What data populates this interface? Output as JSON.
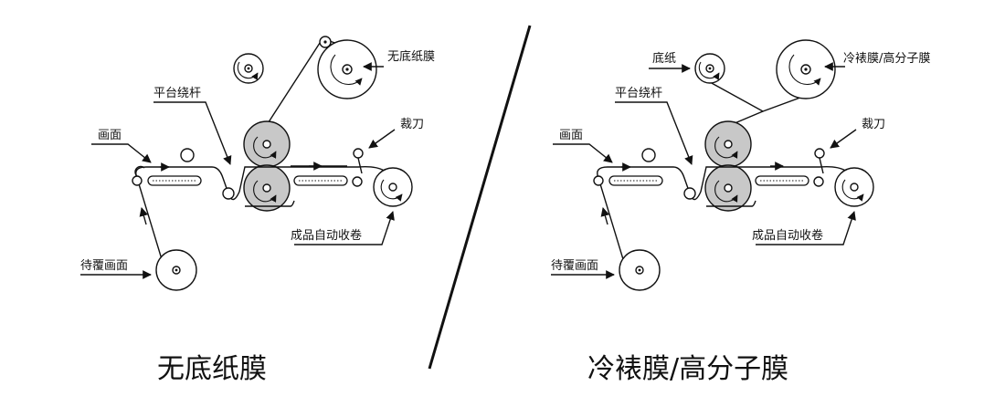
{
  "left": {
    "caption": "无底纸膜",
    "labels": {
      "film_roll": "无底纸膜",
      "flat_bar": "平台绕杆",
      "picture": "画面",
      "cutter": "裁刀",
      "auto_rewind": "成品自动收卷",
      "pending_picture": "待覆画面"
    }
  },
  "right": {
    "caption": "冷裱膜/高分子膜",
    "labels": {
      "backing_paper": "底纸",
      "film_roll": "冷裱膜/高分子膜",
      "flat_bar": "平台绕杆",
      "picture": "画面",
      "cutter": "裁刀",
      "auto_rewind": "成品自动收卷",
      "pending_picture": "待覆画面"
    }
  },
  "colors": {
    "ink": "#111111",
    "roller_gray": "#c8c8c8",
    "background": "#ffffff"
  }
}
